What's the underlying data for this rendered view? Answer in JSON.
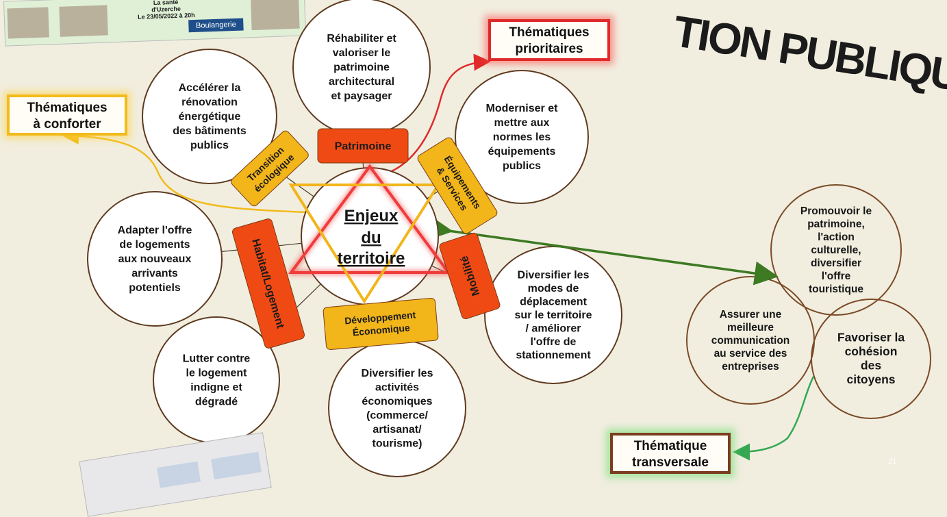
{
  "title_fragment": "TION PUBLIQUE",
  "page_number": "21",
  "top_thumbnail": {
    "lines": [
      "La santé",
      "d'Uzerche",
      "Le 23/05/2022 à 20h"
    ],
    "shop_sign": "Boulangerie"
  },
  "center": {
    "lines": [
      "Enjeux",
      "du",
      "territoire"
    ]
  },
  "category_tags": [
    {
      "id": "patrimoine",
      "lines": [
        "Patrimoine"
      ],
      "color": "#f04a14"
    },
    {
      "id": "equipements",
      "lines": [
        "Équipements",
        "& Services"
      ],
      "color": "#f2b51a"
    },
    {
      "id": "mobilite",
      "lines": [
        "Mobilité"
      ],
      "color": "#f04a14"
    },
    {
      "id": "developpement",
      "lines": [
        "Développement",
        "Économique"
      ],
      "color": "#f2b51a"
    },
    {
      "id": "habitat",
      "lines": [
        "Habitat/Logement"
      ],
      "color": "#f04a14"
    },
    {
      "id": "transition",
      "lines": [
        "Transition",
        "écologique"
      ],
      "color": "#f2b51a"
    }
  ],
  "enjeux": [
    {
      "id": "rehabiliter",
      "lines": [
        "Réhabiliter et",
        "valoriser le",
        "patrimoine",
        "architectural",
        "et paysager"
      ]
    },
    {
      "id": "moderniser",
      "lines": [
        "Moderniser et",
        "mettre aux",
        "normes les",
        "équipements",
        "publics"
      ]
    },
    {
      "id": "diversifier-modes",
      "lines": [
        "Diversifier les",
        "modes de",
        "déplacement",
        "sur le territoire",
        "/ améliorer",
        "l'offre de",
        "stationnement"
      ]
    },
    {
      "id": "diversifier-activites",
      "lines": [
        "Diversifier les",
        "activités",
        "économiques",
        "(commerce/",
        "artisanat/",
        "tourisme)"
      ]
    },
    {
      "id": "lutter",
      "lines": [
        "Lutter contre",
        "le logement",
        "indigne et",
        "dégradé"
      ]
    },
    {
      "id": "adapter",
      "lines": [
        "Adapter l'offre",
        "de logements",
        "aux nouveaux",
        "arrivants",
        "potentiels"
      ]
    },
    {
      "id": "accelerer",
      "lines": [
        "Accélérer la",
        "rénovation",
        "énergétique",
        "des bâtiments",
        "publics"
      ]
    }
  ],
  "transversal": [
    {
      "id": "promouvoir",
      "lines": [
        "Promouvoir le",
        "patrimoine,",
        "l'action",
        "culturelle,",
        "diversifier",
        "l'offre",
        "touristique"
      ]
    },
    {
      "id": "assurer",
      "lines": [
        "Assurer une",
        "meilleure",
        "communication",
        "au service des",
        "entreprises"
      ]
    },
    {
      "id": "favoriser",
      "lines": [
        "Favoriser la",
        "cohésion",
        "des",
        "citoyens"
      ]
    }
  ],
  "legend_boxes": {
    "prioritaires": [
      "Thématiques",
      "prioritaires"
    ],
    "conforter": [
      "Thématiques",
      "à conforter"
    ],
    "transversale": [
      "Thématique",
      "transversale"
    ]
  },
  "colors": {
    "background": "#f1eee0",
    "red_accent": "#e02a2a",
    "yellow_accent": "#f2bb1c",
    "green_accent": "#3d7a22",
    "transversal_circle_stroke": "#7b4a25",
    "circle_stroke": "#5e3a1f"
  }
}
